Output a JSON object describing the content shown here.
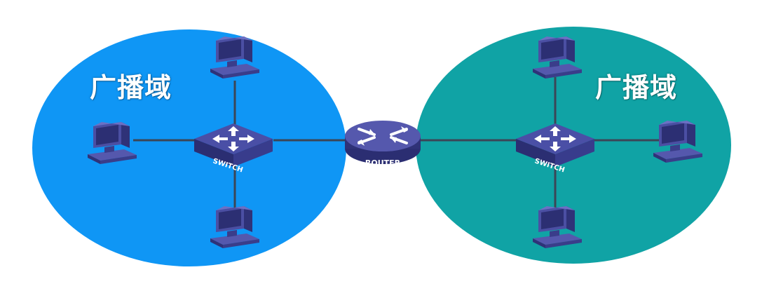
{
  "diagram": {
    "left_domain": {
      "label": "广播域",
      "color": "#0f96f5"
    },
    "right_domain": {
      "label": "广播域",
      "color": "#10a3a5"
    },
    "switch_label": "SWITCH",
    "router_label": "ROUTER",
    "link_color": "#3b4656",
    "device_color": "#3a3d8a"
  }
}
